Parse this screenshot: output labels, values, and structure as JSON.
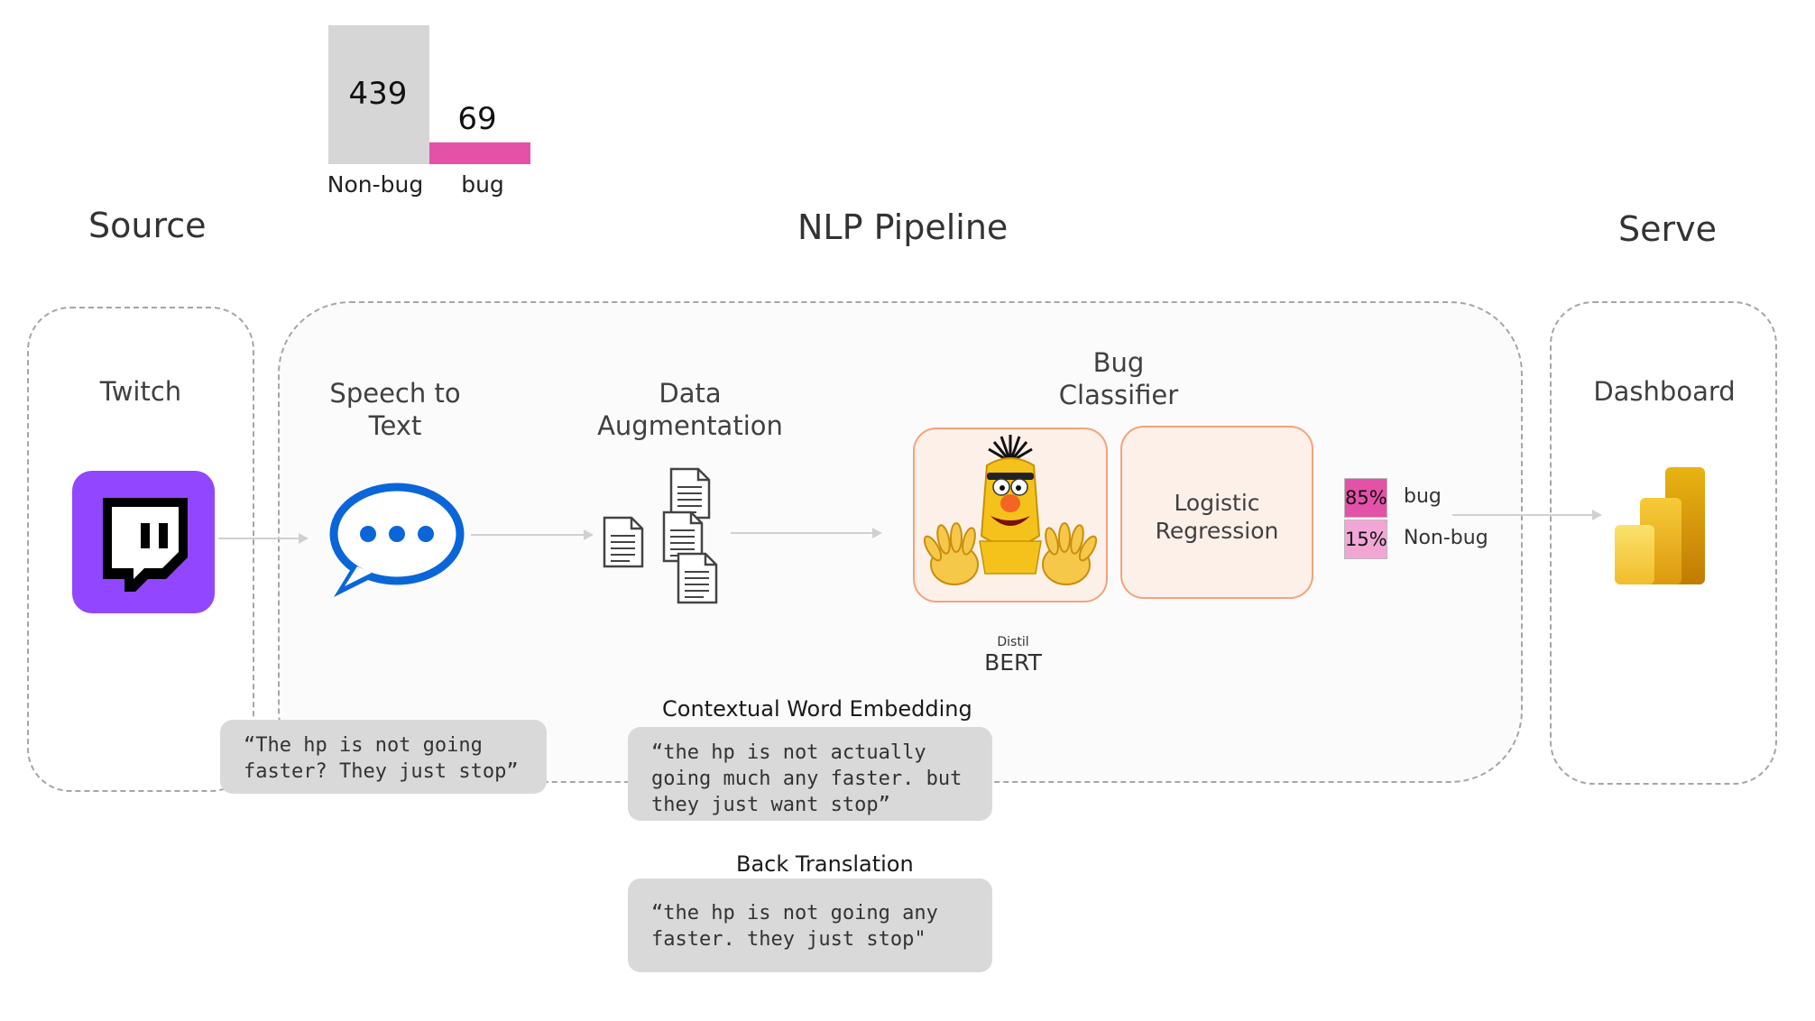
{
  "chart_data": {
    "type": "bar",
    "categories": [
      "Non-bug",
      "bug"
    ],
    "values": [
      439,
      69
    ],
    "colors": [
      "#d6d6d6",
      "#e452a8"
    ],
    "title": "",
    "xlabel": "",
    "ylabel": ""
  },
  "sections": {
    "source": "Source",
    "pipeline": "NLP Pipeline",
    "serve": "Serve"
  },
  "stages": {
    "twitch": "Twitch",
    "speech_to_text": "Speech to\nText",
    "data_augmentation": "Data\nAugmentation",
    "bug_classifier": "Bug\nClassifier",
    "logistic_regression": "Logistic\nRegression",
    "distil": "Distil",
    "bert": "BERT",
    "dashboard": "Dashboard"
  },
  "icons": {
    "twitch": "twitch-logo-icon",
    "speech": "speech-bubble-icon",
    "documents": "document-icon",
    "bert": "bert-muppet-icon",
    "dashboard": "power-bi-icon"
  },
  "output": {
    "bug_pct": "85%",
    "bug_label": "bug",
    "nonbug_pct": "15%",
    "nonbug_label": "Non-bug",
    "bug_color": "#e452a8",
    "nonbug_color": "#f2a6d6"
  },
  "quotes": {
    "original": "“The hp is not going faster? They just stop”",
    "cwe_title": "Contextual Word Embedding",
    "cwe": "“the hp is not actually going much any faster. but they just want stop”",
    "bt_title": "Back Translation",
    "bt": "“the hp is not going any faster. they just stop\""
  },
  "colors": {
    "twitch_purple": "#9146ff",
    "speech_blue": "#0a66d8",
    "classifier_fill": "#fdf0e9",
    "classifier_border": "#f4a27a"
  }
}
